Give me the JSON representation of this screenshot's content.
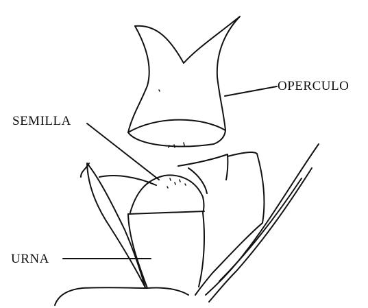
{
  "labels": {
    "operculo": "OPERCULO",
    "semilla": "SEMILLA",
    "urna": "URNA"
  },
  "colors": {
    "ink": "#111111",
    "background": "#ffffff"
  }
}
